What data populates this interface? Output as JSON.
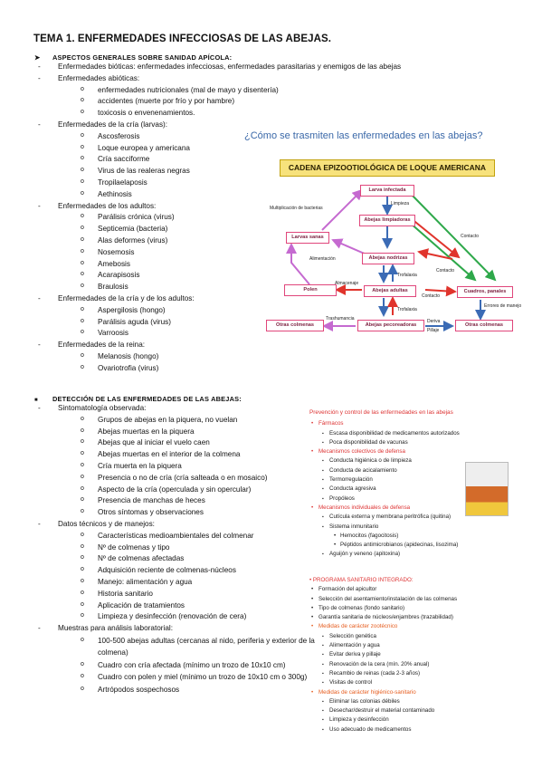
{
  "title": "TEMA 1. ENFERMEDADES INFECCIOSAS DE LAS ABEJAS.",
  "section1": {
    "heading": "ASPECTOS GENERALES SOBRE SANIDAD APÍCOLA:",
    "items": [
      {
        "text": "Enfermedades bióticas: enfermedades infecciosas, enfermedades parasitarias y enemigos de las abejas",
        "sub": []
      },
      {
        "text": "Enfermedades abióticas:",
        "sub": [
          "enfermedades nutricionales (mal de mayo y disentería)",
          "accidentes (muerte por frío y por hambre)",
          "toxicosis o envenenamientos."
        ]
      },
      {
        "text": "Enfermedades de la cría (larvas):",
        "sub": [
          "Ascosferosis",
          "Loque europea y americana",
          "Cría sacciforme",
          "Virus de las realeras negras",
          "Tropilaelaposis",
          "Aethinosis"
        ]
      },
      {
        "text": "Enfermedades de los adultos:",
        "sub": [
          "Parálisis crónica (virus)",
          "Septicemia (bacteria)",
          "Alas deformes (virus)",
          "Nosemosis",
          "Amebosis",
          "Acarapisosis",
          "Braulosis"
        ]
      },
      {
        "text": "Enfermedades de la cría y de los adultos:",
        "sub": [
          "Aspergilosis (hongo)",
          "Parálisis aguda (virus)",
          "Varroosis"
        ]
      },
      {
        "text": "Enfermedades de la reina:",
        "sub": [
          "Melanosis (hongo)",
          "Ovariotrofia (virus)"
        ]
      }
    ]
  },
  "section2": {
    "heading": "DETECCIÓN DE LAS ENFERMEDADES DE LAS ABEJAS:",
    "items": [
      {
        "text": "Sintomatología observada:",
        "sub": [
          "Grupos de abejas en la piquera, no vuelan",
          "Abejas muertas en la piquera",
          "Abejas que al iniciar el vuelo caen",
          "Abejas muertas en el interior de la colmena",
          "Cría muerta en la piquera",
          "Presencia o no de cría (cría salteada o en mosaico)",
          "Aspecto de la cría (operculada y sin opercular)",
          "Presencia de manchas de heces",
          "Otros síntomas y observaciones"
        ]
      },
      {
        "text": "Datos técnicos y de manejos:",
        "sub": [
          "Características medioambientales del colmenar",
          "Nº de colmenas y tipo",
          "Nº de colmenas afectadas",
          "Adquisición reciente de colmenas-núcleos",
          "Manejo: alimentación y agua",
          "Historia sanitario",
          "Aplicación de tratamientos",
          "Limpieza y desinfección (renovación de cera)"
        ]
      },
      {
        "text": "Muestras para análisis laboratorial:",
        "sub": [
          "100-500 abejas adultas (cercanas al nido, periferia y exterior de la colmena)",
          "Cuadro con cría afectada (mínimo un trozo de 10x10 cm)",
          "Cuadro con polen y miel (mínimo un trozo de 10x10 cm o 300g)",
          "Artrópodos sospechosos"
        ]
      }
    ]
  },
  "diagram": {
    "question": "¿Cómo se trasmiten las enfermedades en las abejas?",
    "banner": "CADENA EPIZOOTIOLÓGICA DE LOQUE AMERICANA",
    "nodes": {
      "larva": "Larva infectada",
      "limpiadoras": "Abejas limpiadoras",
      "nodrizas": "Abejas nodrizas",
      "larvas_sanas": "Larvas sanas",
      "adultas": "Abejas adultas",
      "polen": "Polen",
      "cuadros": "Cuadros, panales",
      "pecoreadoras": "Abejas pecoreadoras",
      "otras1": "Otras colmenas",
      "otras2": "Otras colmenas"
    },
    "labels": {
      "multiplicacion": "Multiplicación de bacterias",
      "limpieza": "Limpieza",
      "contacto1": "Contacto",
      "alimentacion": "Alimentación",
      "trofalaxia1": "Trofalaxia",
      "contacto2": "Contacto",
      "almacenaje": "Almacenaje",
      "contacto3": "Contacto",
      "trofalaxia2": "Trofalaxia",
      "errores": "Errores de manejo",
      "trashumancia": "Trashumancia",
      "deriva": "Deriva",
      "pillaje": "Pillaje"
    }
  },
  "prevention": {
    "title": "Prevención y control de las enfermedades en las abejas",
    "items": [
      {
        "text": "Fármacos",
        "cls": "red",
        "lvl": 1
      },
      {
        "text": "Escasa disponibilidad de medicamentos autorizados",
        "lvl": 2
      },
      {
        "text": "Poca disponibilidad de vacunas",
        "lvl": 2
      },
      {
        "text": "Mecanismos colectivos de defensa",
        "cls": "red",
        "lvl": 1
      },
      {
        "text": "Conducta higiénica o de limpieza",
        "lvl": 2
      },
      {
        "text": "Conducta de acicalamiento",
        "lvl": 2
      },
      {
        "text": "Termorregulación",
        "lvl": 2
      },
      {
        "text": "Conducta agresiva",
        "lvl": 2
      },
      {
        "text": "Propóleos",
        "lvl": 2
      },
      {
        "text": "Mecanismos individuales de defensa",
        "cls": "red",
        "lvl": 1
      },
      {
        "text": "Cutícula externa y membrana peritrófica (quitina)",
        "lvl": 2
      },
      {
        "text": "Sistema inmunitario",
        "lvl": 2
      },
      {
        "text": "Hemocitos (fagocitosis)",
        "lvl": 3
      },
      {
        "text": "Péptidos antimicrobianos (apidecinas, lisozima)",
        "lvl": 3
      },
      {
        "text": "Aguijón y veneno (apitoxina)",
        "lvl": 2
      }
    ]
  },
  "program": {
    "title": "PROGRAMA SANITARIO INTEGRADO:",
    "items": [
      {
        "text": "Formación del apicultor",
        "lvl": 1
      },
      {
        "text": "Selección del asentamiento/instalación de las colmenas",
        "lvl": 1
      },
      {
        "text": "Tipo de colmenas (fondo sanitario)",
        "lvl": 1
      },
      {
        "text": "Garantía sanitaria de núcleos/enjambres (trazabilidad)",
        "lvl": 1
      },
      {
        "text": "Medidas de carácter zootécnico",
        "cls": "orange",
        "lvl": 1
      },
      {
        "text": "Selección genética",
        "lvl": 2
      },
      {
        "text": "Alimentación y agua",
        "lvl": 2
      },
      {
        "text": "Evitar deriva y pillaje",
        "lvl": 2
      },
      {
        "text": "Renovación de la cera (mín. 20% anual)",
        "lvl": 2
      },
      {
        "text": "Recambio de reinas (cada 2-3 años)",
        "lvl": 2
      },
      {
        "text": "Visitas de control",
        "lvl": 2
      },
      {
        "text": "Medidas de carácter higiénico-sanitario",
        "cls": "orange",
        "lvl": 1
      },
      {
        "text": "Eliminar las colonias débiles",
        "lvl": 2
      },
      {
        "text": "Desechar/destruir el material contaminado",
        "lvl": 2
      },
      {
        "text": "Limpieza y desinfección",
        "lvl": 2
      },
      {
        "text": "Uso adecuado de medicamentos",
        "lvl": 2
      }
    ]
  }
}
